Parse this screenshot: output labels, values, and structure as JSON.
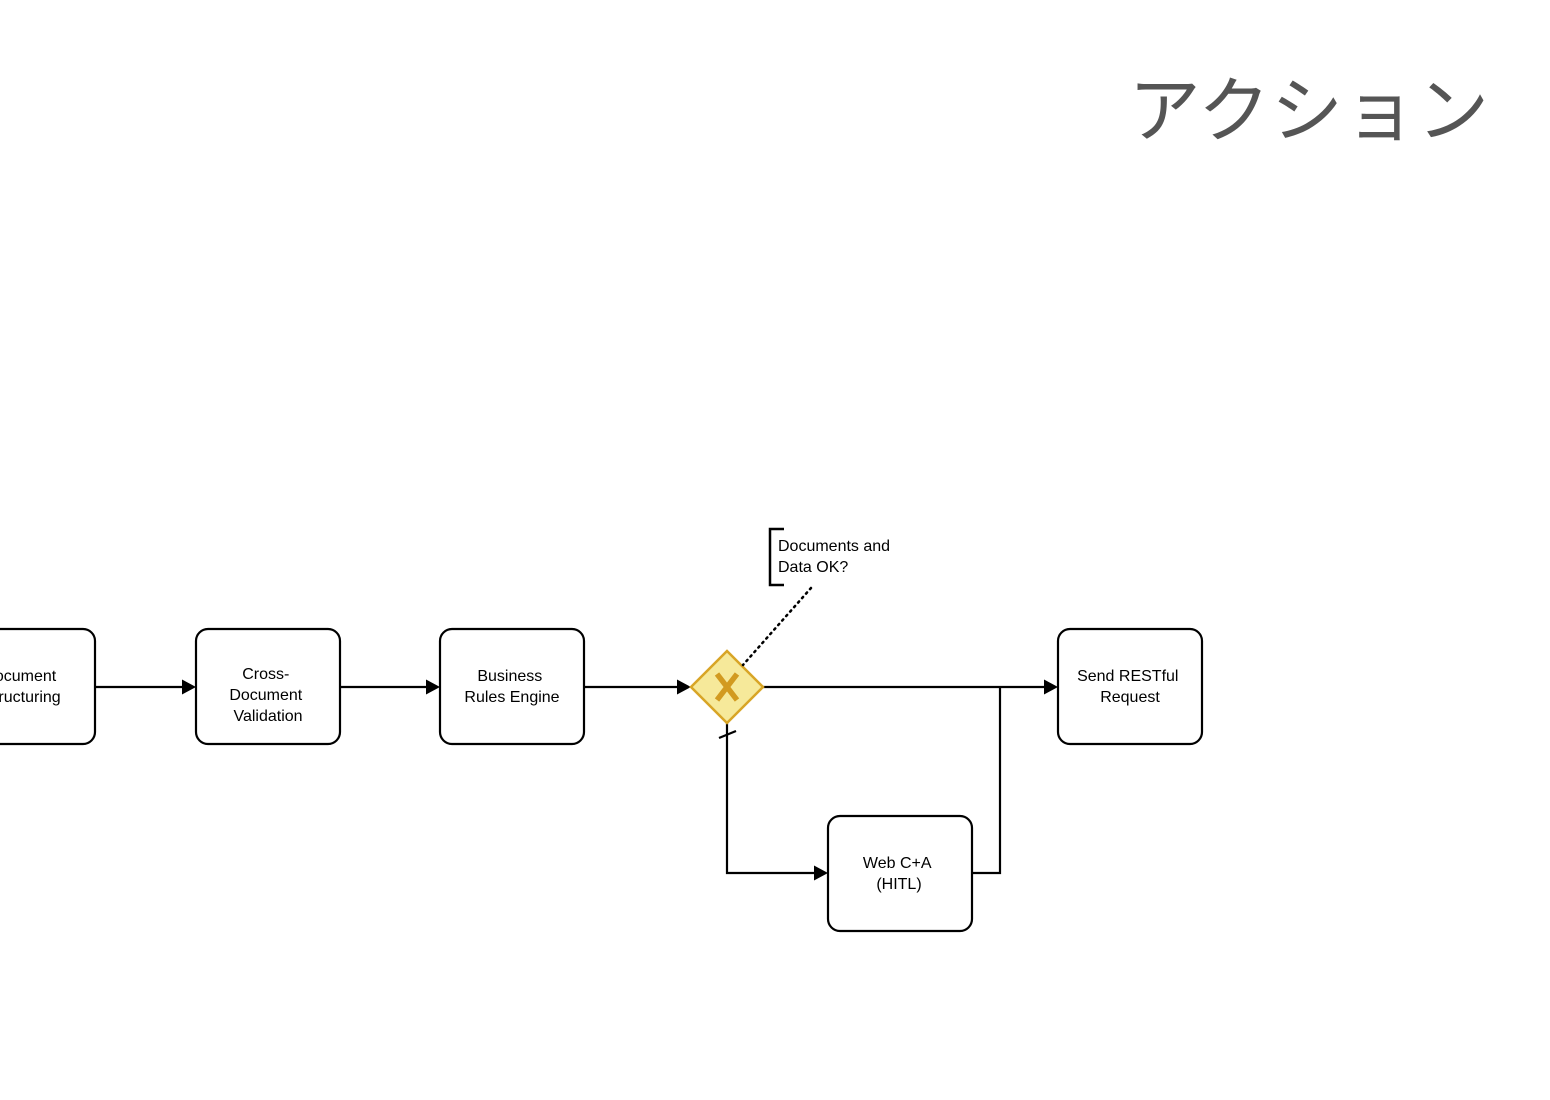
{
  "page": {
    "title": "アクション"
  },
  "diagram": {
    "tasks": {
      "document_structuring": [
        "Document",
        "Structuring"
      ],
      "cross_document_validation": [
        "Cross-",
        "Document",
        "Validation"
      ],
      "business_rules_engine": [
        "Business",
        "Rules Engine"
      ],
      "send_restful_request": [
        "Send RESTful",
        "Request"
      ],
      "web_ca_hitl": [
        "Web C+A",
        "(HITL)"
      ]
    },
    "annotation": [
      "Documents and",
      "Data OK?"
    ],
    "gateway": {
      "type": "exclusive",
      "symbol": "X",
      "fill_color": "#f6e99a",
      "stroke_color": "#d8a526"
    }
  }
}
